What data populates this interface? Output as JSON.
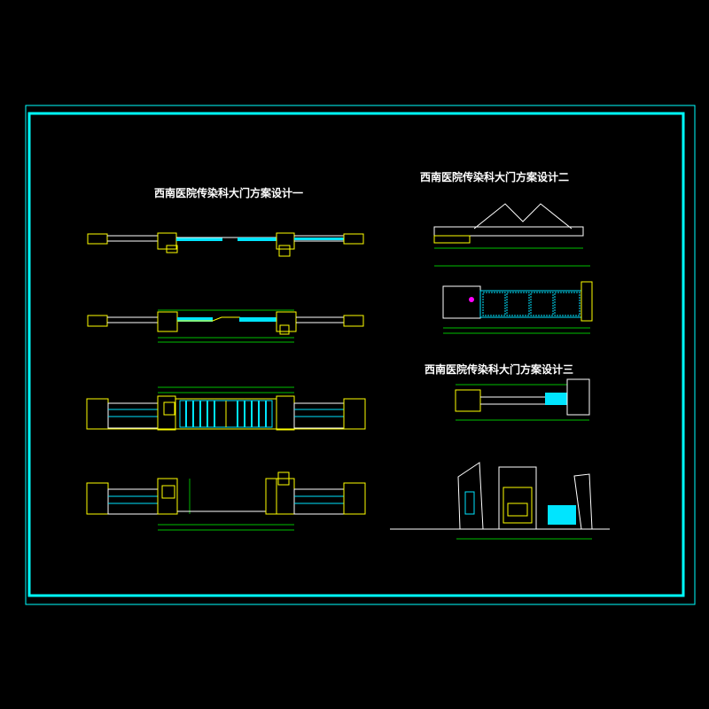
{
  "drawing": {
    "titles": {
      "scheme1": "西南医院传染科大门方案设计一",
      "scheme2": "西南医院传染科大门方案设计二",
      "scheme3": "西南医院传染科大门方案设计三"
    },
    "colors": {
      "background": "#000000",
      "frame": "#00ffff",
      "line_primary": "#ffff00",
      "line_white": "#ffffff",
      "dimension": "#00ff00",
      "fill_cyan": "#00e5ff",
      "accent_magenta": "#ff00ff"
    }
  }
}
